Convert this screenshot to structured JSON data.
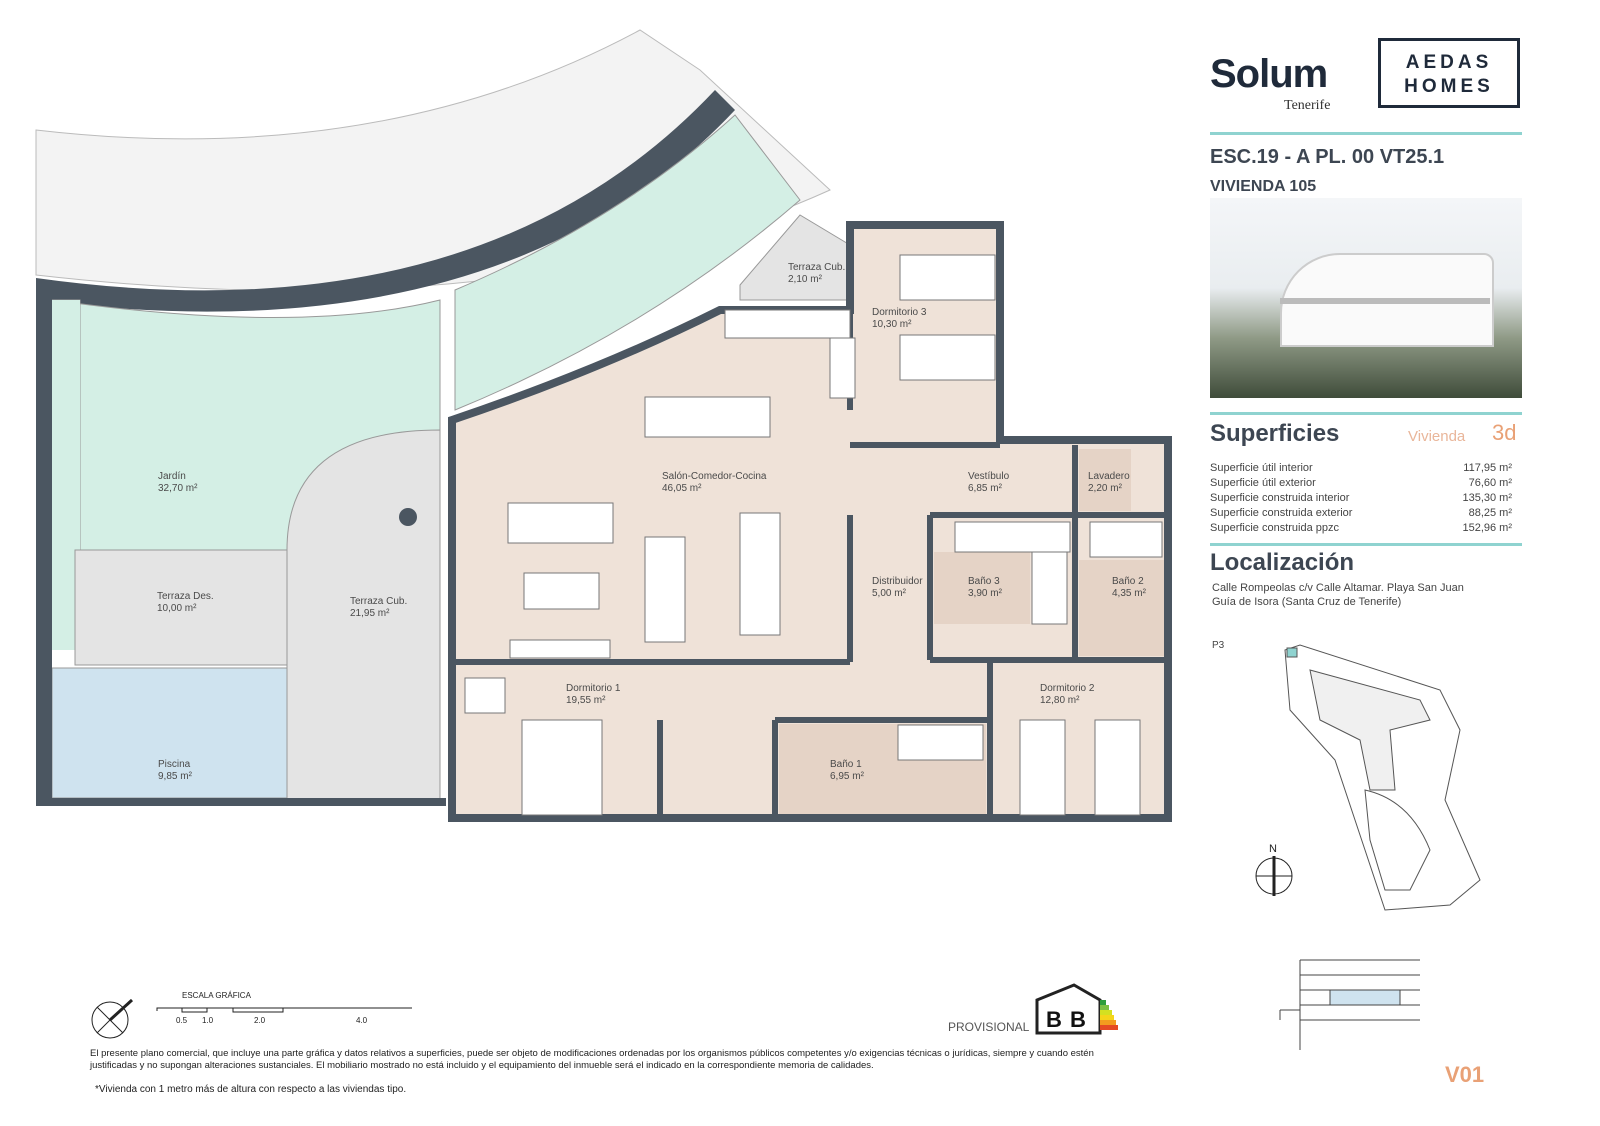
{
  "header": {
    "brand": "Solum",
    "brand_sub": "Tenerife",
    "partner_logo_line1": "AEDAS",
    "partner_logo_line2": "HOMES",
    "unit_code": "ESC.19 - A  PL. 00 VT25.1",
    "unit_name": "VIVIENDA 105"
  },
  "surfaces": {
    "title": "Superficies",
    "type_label": "Vivienda",
    "type_value": "3d",
    "rows": [
      {
        "label": "Superficie útil interior",
        "value": "117,95 m²"
      },
      {
        "label": "Superficie útil exterior",
        "value": "76,60 m²"
      },
      {
        "label": "Superficie construida interior",
        "value": "135,30 m²"
      },
      {
        "label": "Superficie construida exterior",
        "value": "88,25 m²"
      },
      {
        "label": "Superficie construida ppzc",
        "value": "152,96 m²"
      }
    ]
  },
  "location": {
    "title": "Localización",
    "line1": "Calle Rompeolas c/v Calle Altamar. Playa San Juan",
    "line2": "Guía de Isora (Santa Cruz de Tenerife)",
    "site_plan_label": "P3",
    "north_label": "N"
  },
  "rooms": [
    {
      "name": "Terraza Cub.",
      "area": "2,10 m²"
    },
    {
      "name": "Dormitorio 3",
      "area": "10,30 m²"
    },
    {
      "name": "Jardín",
      "area": "32,70 m²"
    },
    {
      "name": "Salón-Comedor-Cocina",
      "area": "46,05 m²"
    },
    {
      "name": "Vestíbulo",
      "area": "6,85 m²"
    },
    {
      "name": "Lavadero",
      "area": "2,20 m²"
    },
    {
      "name": "Terraza Des.",
      "area": "10,00 m²"
    },
    {
      "name": "Terraza Cub.",
      "area": "21,95 m²"
    },
    {
      "name": "Distribuidor",
      "area": "5,00 m²"
    },
    {
      "name": "Baño 3",
      "area": "3,90 m²"
    },
    {
      "name": "Baño 2",
      "area": "4,35 m²"
    },
    {
      "name": "Dormitorio 1",
      "area": "19,55 m²"
    },
    {
      "name": "Dormitorio 2",
      "area": "12,80 m²"
    },
    {
      "name": "Piscina",
      "area": "9,85 m²"
    },
    {
      "name": "Baño 1",
      "area": "6,95 m²"
    }
  ],
  "scale": {
    "title": "ESCALA GRÁFICA",
    "ticks": [
      "0.5",
      "1.0",
      "2.0",
      "4.0"
    ]
  },
  "energy": {
    "label": "PROVISIONAL",
    "rating_1": "B",
    "rating_2": "B"
  },
  "disclaimer": "El presente plano comercial, que incluye una parte gráfica y datos relativos a superficies, puede ser objeto de modificaciones ordenadas por los organismos públicos competentes y/o exigencias técnicas o jurídicas, siempre y cuando estén justificadas y no supongan alteraciones sustanciales. El mobiliario mostrado no está incluido y el equipamiento del inmueble será el indicado en la correspondiente memoria de calidades.",
  "footnote": "*Vivienda con 1 metro más de altura con respecto a las viviendas tipo.",
  "version": "V01",
  "colors": {
    "garden": "#d4efe5",
    "interior": "#efe2d8",
    "terrace": "#e4e4e4",
    "pool": "#cfe3ef",
    "wall": "#4b5661",
    "accent_rule": "#8fd3d0",
    "accent_orange": "#e9a176"
  }
}
